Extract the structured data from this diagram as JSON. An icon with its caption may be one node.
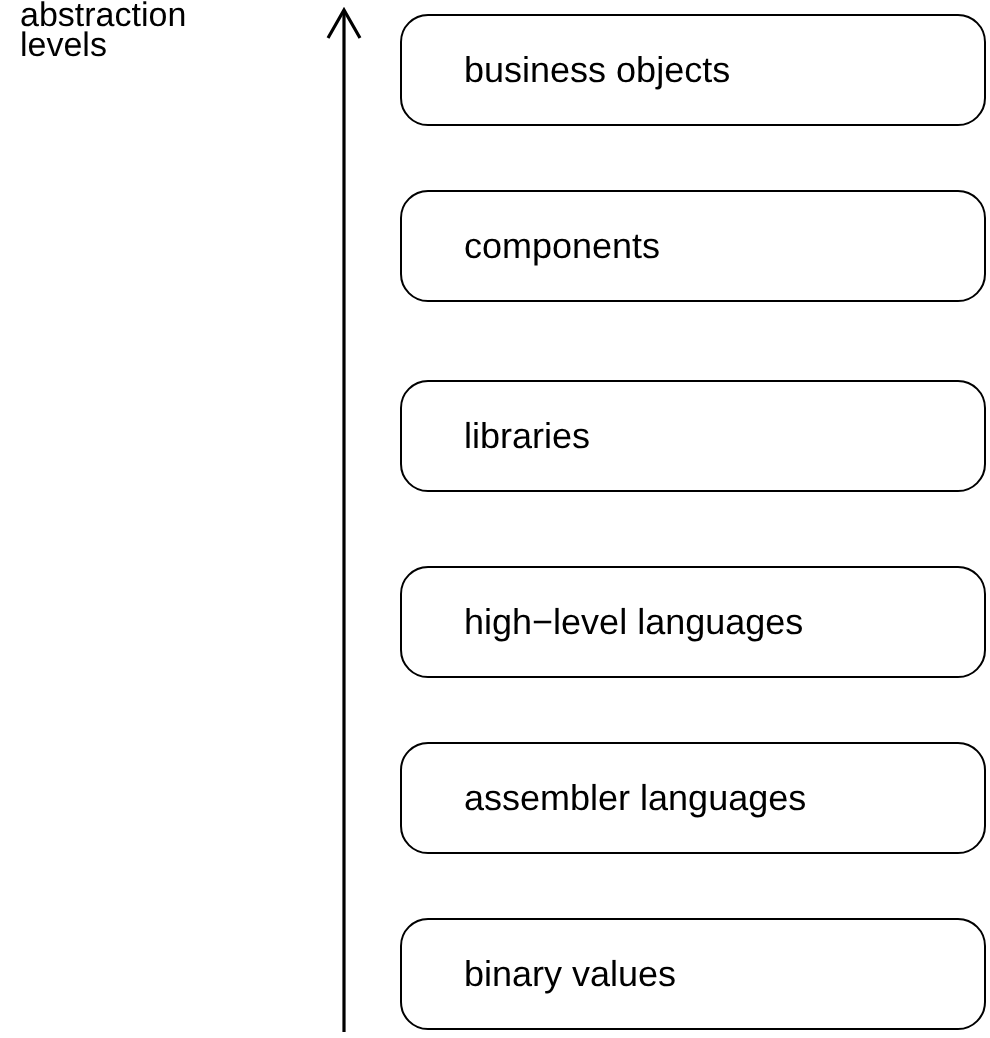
{
  "diagram": {
    "nodes": [
      {
        "text": [
          "business objects"
        ]
      },
      {
        "text": [
          "components"
        ]
      },
      {
        "text": [
          "libraries"
        ]
      },
      {
        "text": [
          "high−level languages"
        ]
      },
      {
        "text": [
          "assembler languages"
        ]
      },
      {
        "text": [
          "binary values"
        ]
      }
    ],
    "edges": [],
    "labels": [
      "abstraction levels"
    ]
  }
}
